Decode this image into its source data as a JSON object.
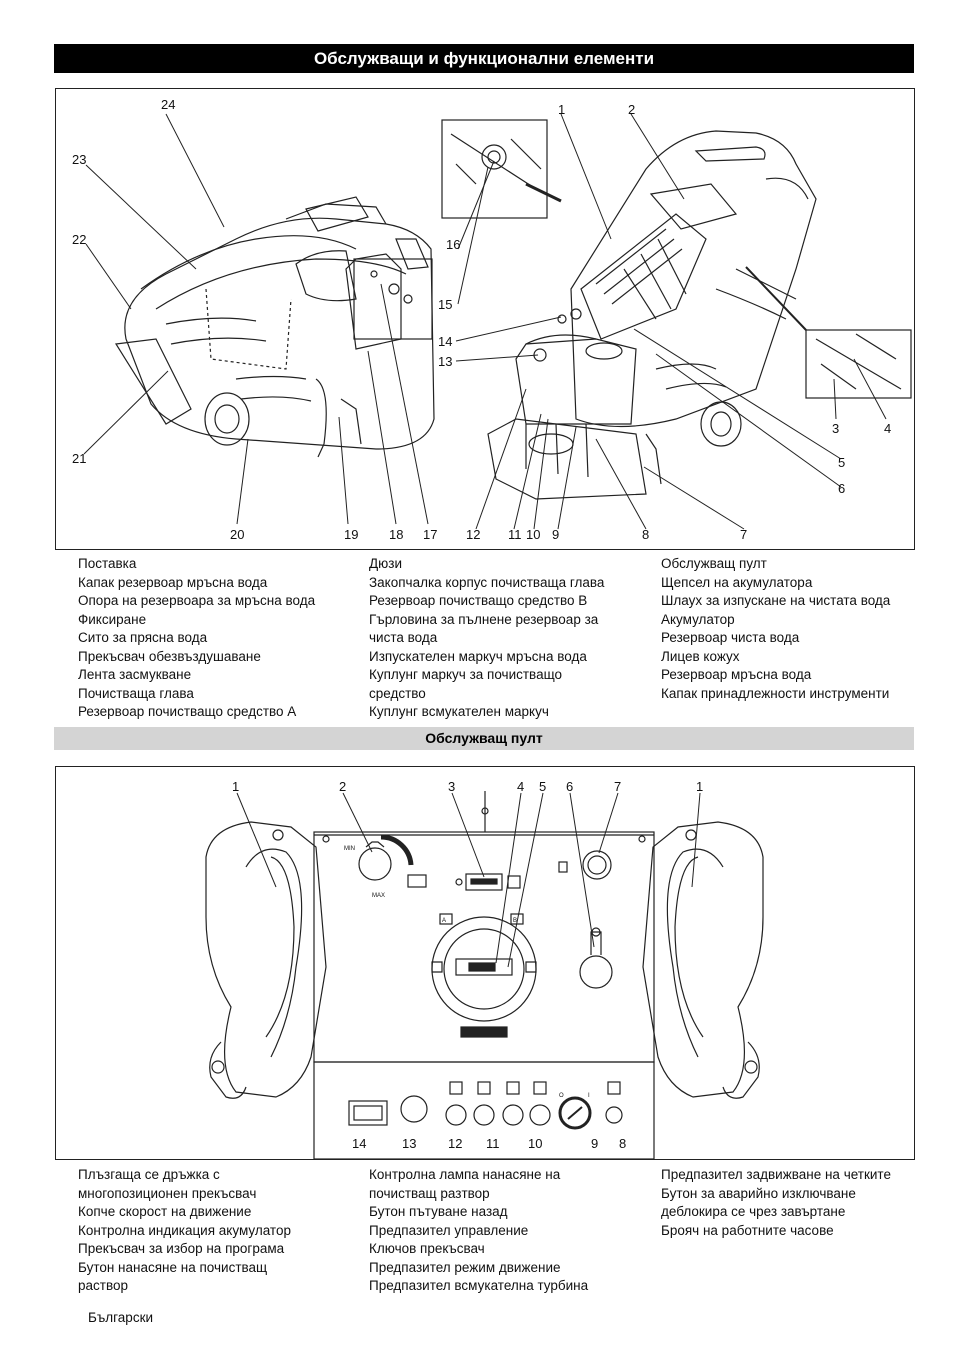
{
  "section1": {
    "title": "Обслужващи и функционални елементи",
    "callouts": [
      "1",
      "2",
      "3",
      "4",
      "5",
      "6",
      "7",
      "8",
      "9",
      "10",
      "11",
      "12",
      "13",
      "14",
      "15",
      "16",
      "17",
      "18",
      "19",
      "20",
      "21",
      "22",
      "23",
      "24"
    ],
    "legend": [
      [
        "Поставка",
        "Капак резервоар мръсна вода",
        "Опора на резервоара за мръсна вода",
        "Фиксиране",
        "Сито за прясна вода",
        "Прекъсвач обезвъздушаване",
        "Лента засмукване",
        "Почистваща глава",
        "Резервоар почистващо средство А"
      ],
      [
        "Дюзи",
        "Закопчалка корпус почистваща глава",
        "Резервоар почистващо средство В",
        "Гърловина за пълнене резервоар за\nчиста вода",
        "Изпускателен маркуч мръсна вода",
        "Куплунг маркуч за почистващо\nсредство",
        "Куплунг всмукателен маркуч"
      ],
      [
        "Обслужващ пулт",
        "Щепсел на акумулатора",
        "Шлаух за изпускане на чистата вода",
        "Акумулатор",
        "Резервоар чиста вода",
        "Лицев кожух",
        "Резервоар мръсна вода",
        "Капак принадлежности инструменти"
      ]
    ]
  },
  "section2": {
    "title": "Обслужващ пулт",
    "callouts": [
      "1",
      "2",
      "3",
      "4",
      "5",
      "6",
      "7",
      "8",
      "9",
      "10",
      "11",
      "12",
      "13",
      "14"
    ],
    "panel_labels": {
      "min": "MIN",
      "max": "MAX",
      "a": "A",
      "b": "B",
      "off": "O",
      "on": "I"
    },
    "legend": [
      [
        "Плъзгаща се дръжка с\nмногопозиционен прекъсвач",
        "Копче скорост на движение",
        "Контролна индикация акумулатор",
        "Прекъсвач за избор на програма",
        "Бутон нанасяне на почистващ\nраствор"
      ],
      [
        "Контролна лампа нанасяне на\nпочистващ разтвор",
        "Бутон пътуване назад",
        "Предпазител управление",
        "Ключов прекъсвач",
        "Предпазител режим движение",
        "Предпазител всмукателна турбина"
      ],
      [
        "Предпазител задвижване на четките",
        "Бутон за аварийно изключване\n деблокира се чрез завъртане",
        "Брояч на работните часове"
      ]
    ]
  },
  "footer": {
    "language": "Български"
  }
}
